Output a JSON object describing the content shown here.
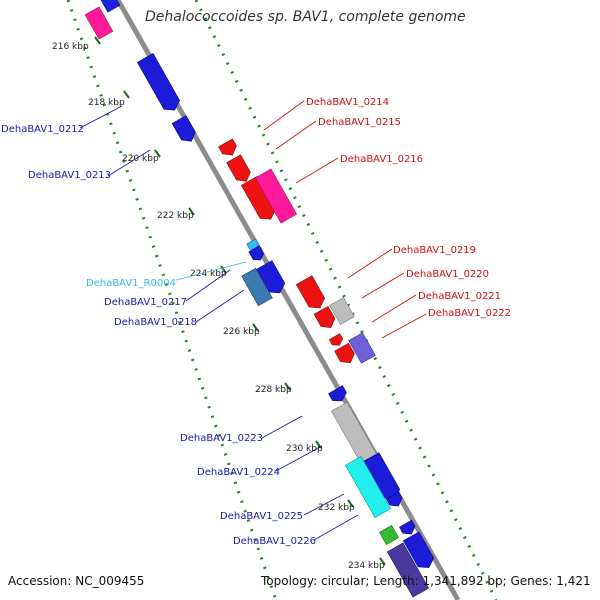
{
  "title": "Dehalococcoides sp. BAV1, complete genome",
  "accession": "Accession: NC_009455",
  "summary": "Topology: circular; Length: 1,341,892 bp; Genes: 1,421",
  "colors": {
    "backbone": "#8c8c8c",
    "dots": "#1f8a1f",
    "blue_label": "#1a1aa6",
    "red_label": "#cc1111",
    "cyan_label": "#33bbdd"
  },
  "ticks": [
    "216 kbp",
    "218 kbp",
    "220 kbp",
    "222 kbp",
    "224 kbp",
    "226 kbp",
    "228 kbp",
    "230 kbp",
    "232 kbp",
    "234 kbp"
  ],
  "genes": [
    {
      "label": "DehaBAV1_0212",
      "kind": "cds",
      "strand": "-"
    },
    {
      "label": "DehaBAV1_0213",
      "kind": "cds",
      "strand": "-"
    },
    {
      "label": "DehaBAV1_0214",
      "kind": "cds",
      "strand": "+"
    },
    {
      "label": "DehaBAV1_0215",
      "kind": "cds",
      "strand": "+"
    },
    {
      "label": "DehaBAV1_0216",
      "kind": "cds",
      "strand": "+"
    },
    {
      "label": "DehaBAV1_R0004",
      "kind": "rna",
      "strand": "-"
    },
    {
      "label": "DehaBAV1_0217",
      "kind": "cds",
      "strand": "-"
    },
    {
      "label": "DehaBAV1_0218",
      "kind": "cds",
      "strand": "-"
    },
    {
      "label": "DehaBAV1_0219",
      "kind": "cds",
      "strand": "+"
    },
    {
      "label": "DehaBAV1_0220",
      "kind": "cds",
      "strand": "+"
    },
    {
      "label": "DehaBAV1_0221",
      "kind": "cds",
      "strand": "+"
    },
    {
      "label": "DehaBAV1_0222",
      "kind": "cds",
      "strand": "+"
    },
    {
      "label": "DehaBAV1_0223",
      "kind": "cds",
      "strand": "-"
    },
    {
      "label": "DehaBAV1_0224",
      "kind": "cds",
      "strand": "-"
    },
    {
      "label": "DehaBAV1_0225",
      "kind": "cds",
      "strand": "-"
    },
    {
      "label": "DehaBAV1_0226",
      "kind": "cds",
      "strand": "-"
    }
  ]
}
